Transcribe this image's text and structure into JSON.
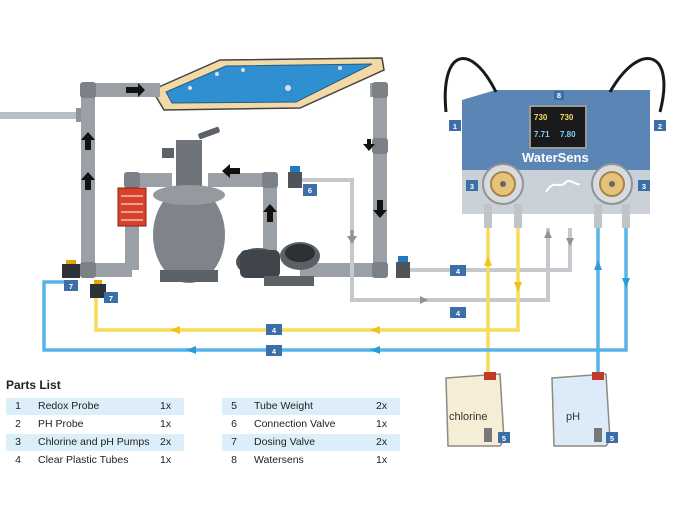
{
  "device": {
    "brand_label": "WaterSens",
    "screen_top_left": "730",
    "screen_top_right": "730",
    "screen_bottom_left": "7.71",
    "screen_bottom_right": "7.80"
  },
  "callouts": {
    "redox_probe": "1",
    "ph_probe": "2",
    "pump_left": "3",
    "pump_right": "3",
    "device": "8",
    "connection_valve": "6",
    "tube_valve_return": "4",
    "tube_valve_feed": "4",
    "tube_yellow": "4",
    "tube_blue": "4",
    "dosing_valve_left": "7",
    "dosing_valve_right": "7",
    "weight_chlorine": "5",
    "weight_ph": "5"
  },
  "tanks": {
    "chlorine_label": "chlorine",
    "ph_label": "pH"
  },
  "parts_list": {
    "title": "Parts List",
    "items": [
      {
        "num": "1",
        "name": "Redox Probe",
        "qty": "1x"
      },
      {
        "num": "2",
        "name": "PH Probe",
        "qty": "1x"
      },
      {
        "num": "3",
        "name": "Chlorine and pH Pumps",
        "qty": "2x"
      },
      {
        "num": "4",
        "name": "Clear Plastic Tubes",
        "qty": "1x"
      },
      {
        "num": "5",
        "name": "Tube Weight",
        "qty": "2x"
      },
      {
        "num": "6",
        "name": "Connection Valve",
        "qty": "1x"
      },
      {
        "num": "7",
        "name": "Dosing Valve",
        "qty": "2x"
      },
      {
        "num": "8",
        "name": "Watersens",
        "qty": "1x"
      }
    ]
  },
  "colors": {
    "pipe": "#9aa0a6",
    "pipe_dark": "#7b8187",
    "pool_water": "#2f8fd0",
    "pool_rim": "#f2d9a6",
    "device_body": "#5b85b5",
    "device_panel": "#c9d0d8",
    "tube_yellow": "#f6dc5a",
    "tube_blue": "#57b4ea",
    "tube_grey": "#c5c8cc",
    "callout_blue": "#3c6fa8",
    "heater_red": "#d9402a"
  }
}
